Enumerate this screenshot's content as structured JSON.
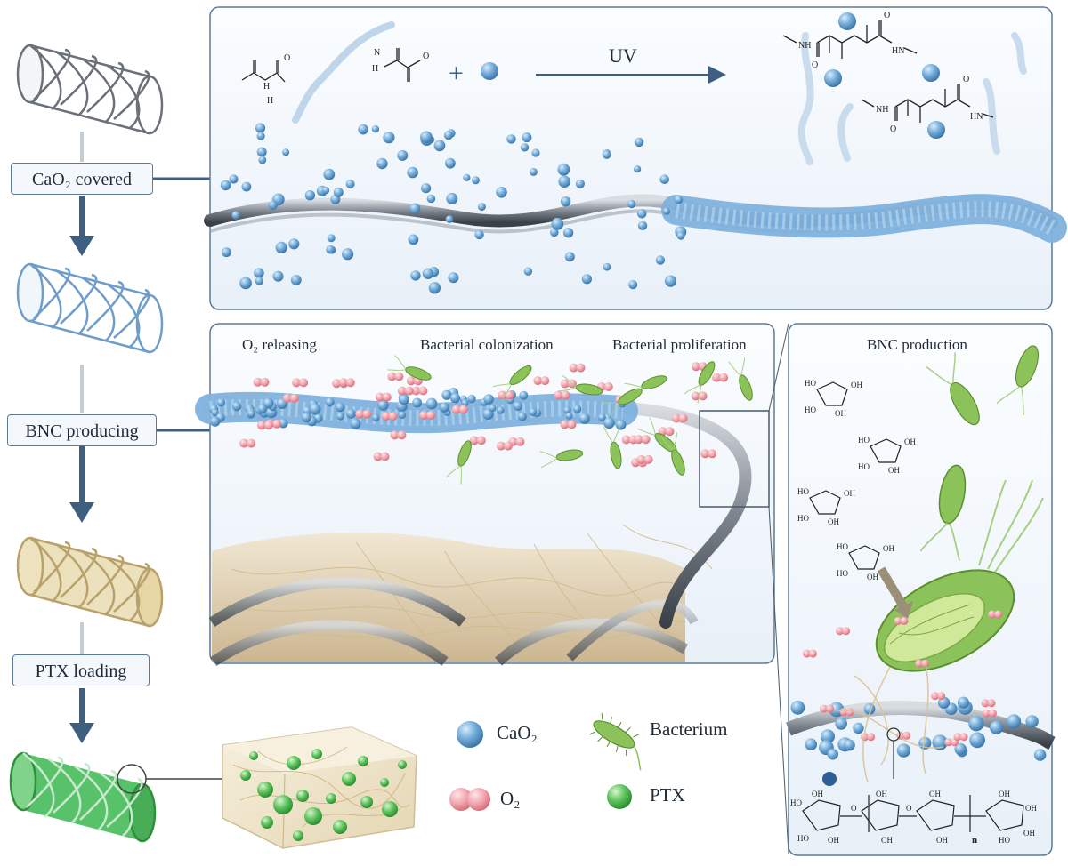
{
  "steps": {
    "covered": "CaO₂ covered",
    "producing": "BNC producing",
    "loading": "PTX loading"
  },
  "top_panel": {
    "reaction_label": "UV",
    "plus": "+"
  },
  "middle_panel": {
    "o2_label": "O₂ releasing",
    "colonization_label": "Bacterial colonization",
    "proliferation_label": "Bacterial proliferation"
  },
  "right_panel": {
    "title": "BNC production",
    "repeat_n": "n"
  },
  "legend": {
    "cao2": "CaO₂",
    "bacterium": "Bacterium",
    "o2": "O₂",
    "ptx": "PTX"
  },
  "colors": {
    "cao2_blue": "#6fa9d8",
    "o2_pink": "#f0a2ab",
    "ptx_green": "#5cc25c",
    "bacterium_green": "#8cc25a",
    "bnc_fiber": "#d9c39a",
    "frame": "#5d7a96",
    "arrow": "#3e5f80"
  }
}
